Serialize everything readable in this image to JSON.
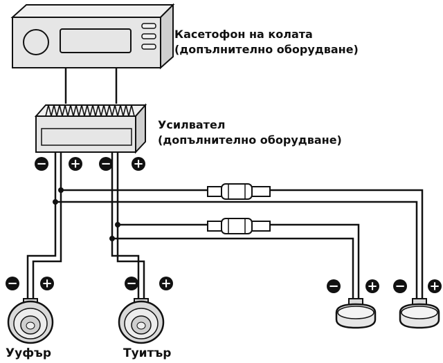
{
  "labels": {
    "radio_line1": "Касетофон на колата",
    "radio_line2": "(допълнително оборудване)",
    "amp_line1": "Усилвател",
    "amp_line2": "(допълнително оборудване)",
    "woofer": "Ууфър",
    "tweeter": "Туитър"
  },
  "symbols": {
    "minus": "−",
    "plus": "+"
  },
  "colors": {
    "line": "#111111",
    "device_fill": "#e6e6e6",
    "speaker_fill": "#d9d9d9"
  }
}
